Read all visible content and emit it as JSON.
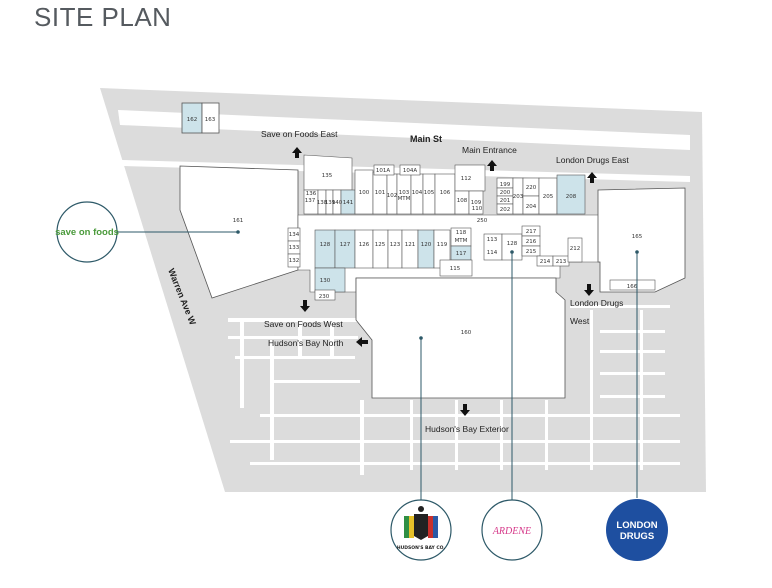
{
  "title": "SITE PLAN",
  "streets": {
    "main": "Main St",
    "warren": "Warren Ave W"
  },
  "entrances": {
    "save_on_foods_east": "Save on Foods East",
    "main_entrance": "Main Entrance",
    "london_drugs_east": "London Drugs East",
    "save_on_foods_west": "Save on Foods West",
    "hudsons_bay_north": "Hudson's Bay North",
    "london_drugs_west_1": "London Drugs",
    "london_drugs_west_2": "West",
    "hudsons_bay_exterior": "Hudson's Bay Exterior"
  },
  "units": {
    "u162": "162",
    "u163": "163",
    "u135": "135",
    "u136": "136",
    "u137": "137",
    "u138": "138",
    "u139": "139",
    "u140": "140",
    "u141": "141",
    "u101a": "101A",
    "u104a": "104A",
    "u100": "100",
    "u101": "101",
    "u102": "102",
    "u103": "103",
    "u103b": "MTM",
    "u104": "104",
    "u105": "105",
    "u106": "106",
    "u112": "112",
    "u108": "108",
    "u109": "109",
    "u110": "110",
    "u199": "199",
    "u200": "200",
    "u201": "201",
    "u202": "202",
    "u203": "203",
    "u204": "204",
    "u205": "205",
    "u220": "220",
    "u208": "208",
    "u161": "161",
    "u134": "134",
    "u133": "133",
    "u132": "132",
    "u128": "128",
    "u127": "127",
    "u126": "126",
    "u125": "125",
    "u123": "123",
    "u121": "121",
    "u120": "120",
    "u119": "119",
    "u118": "118",
    "u118b": "MTM",
    "u117": "117",
    "u115": "115",
    "u113": "113",
    "u114": "114",
    "u128b": "128",
    "u217": "217",
    "u216": "216",
    "u215": "215",
    "u214": "214",
    "u213": "213",
    "u212": "212",
    "u250": "250",
    "u165": "165",
    "u166": "166",
    "u130": "130",
    "u230": "230",
    "u160": "160"
  },
  "logos": {
    "save_on_foods": "save on foods",
    "hudsons_bay": "HUDSON'S BAY CO.",
    "ardene": "ARDENE",
    "london_drugs_1": "LONDON",
    "london_drugs_2": "DRUGS"
  },
  "colors": {
    "road": "#dcdcdc",
    "building": "#ffffff",
    "outline": "#555555",
    "highlight": "#cde3ea",
    "leader": "#2d5968",
    "save_on_foods_green": "#4a9a3b",
    "london_drugs_blue": "#1e4fa0",
    "ardene_pink": "#d63a8a",
    "bay_black": "#222222"
  },
  "icons": [
    "arrow-up-icon",
    "arrow-down-icon",
    "arrow-left-icon"
  ]
}
